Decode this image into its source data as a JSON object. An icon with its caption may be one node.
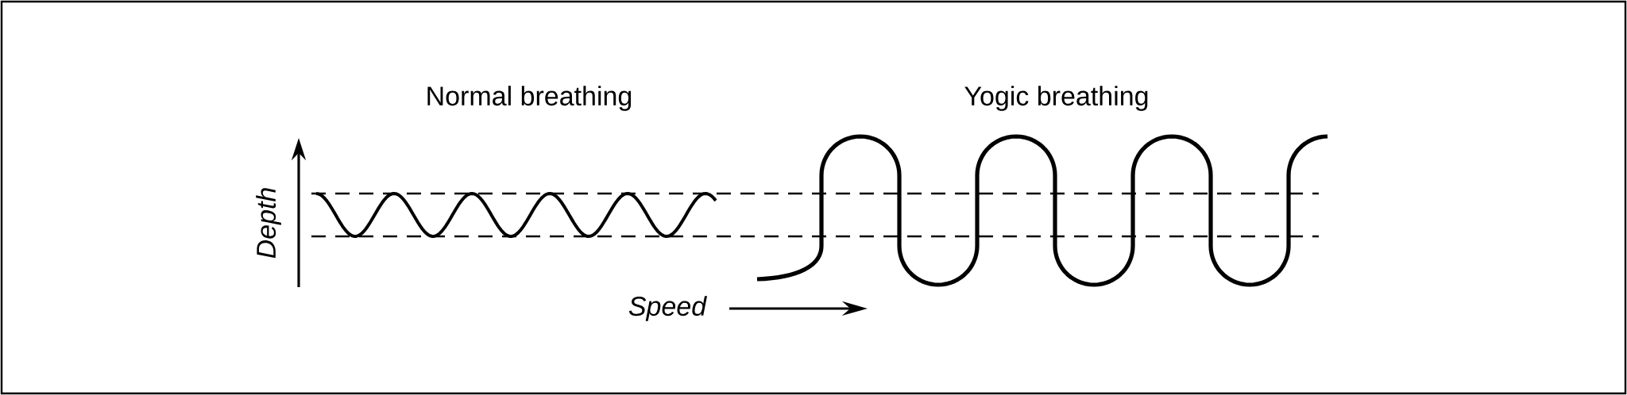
{
  "diagram": {
    "labels": [
      "Normal breathing",
      "Yogic breathing",
      "Depth",
      "Speed"
    ]
  }
}
